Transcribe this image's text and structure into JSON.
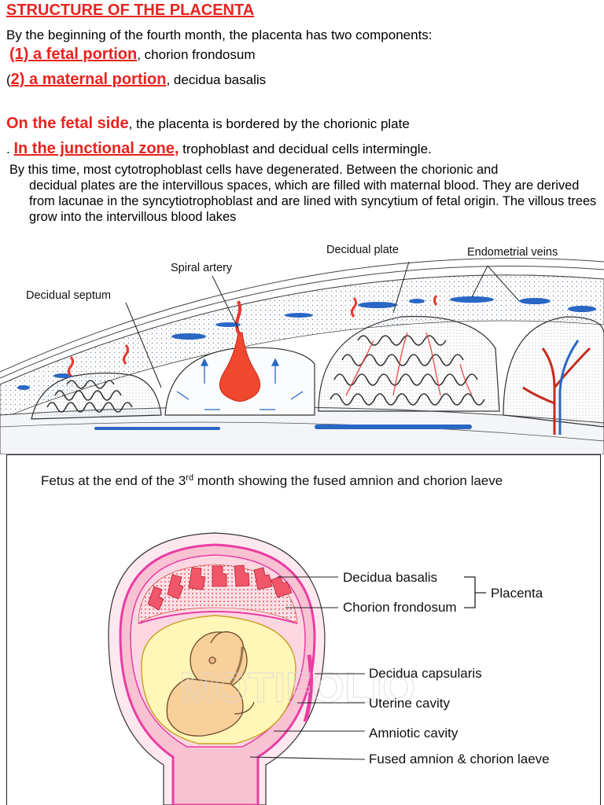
{
  "title": "STRUCTURE OF THE PLACENTA",
  "intro": "By the beginning of the fourth month, the placenta has two components:",
  "component1": {
    "label": "(1) a fetal portion",
    "rest": ", chorion frondosum"
  },
  "component2": {
    "prefix": "(",
    "label": "2) a maternal portion",
    "rest": ", decidua basalis"
  },
  "fetal_side": {
    "label": "On the fetal side",
    "rest": ", the placenta is bordered by the chorionic plate"
  },
  "junctional": {
    "prefix": ". ",
    "label": "In the junctional zone,",
    "rest": " trophoblast and decidual cells intermingle."
  },
  "paragraph": {
    "first": "By this time, most cytotrophoblast cells have degenerated. Between the chorionic and",
    "rest": "decidual plates are the intervillous spaces, which are filled with maternal blood. They are derived from lacunae in the syncytiotrophoblast and are lined with syncytium of fetal origin. The villous trees grow into the intervillous blood lakes"
  },
  "figure1": {
    "labels": {
      "decidual_plate": "Decidual plate",
      "endometrial_veins": "Endometrial veins",
      "spiral_artery": "Spiral artery",
      "decidual_septum": "Decidual septum"
    }
  },
  "figure2": {
    "caption_before": "Fetus at the end of the 3",
    "caption_sup": "rd",
    "caption_after": " month showing the fused amnion and chorion laeve",
    "labels": {
      "decidua_basalis": "Decidua basalis",
      "chorion_frondosum": "Chorion frondosum",
      "placenta": "Placenta",
      "decidua_capsularis": "Decidua capsularis",
      "uterine_cavity": "Uterine cavity",
      "amniotic_cavity": "Amniotic cavity",
      "fused_amnion": "Fused amnion & chorion laeve"
    },
    "watermark": "MOTIFOLIO"
  },
  "colors": {
    "accent_red": "#e8231f",
    "vessel_blue": "#2a66c4",
    "artery_red": "#e8372c",
    "decidua_pink": "#f7b7c7",
    "membrane_magenta": "#e93ea3",
    "amnion_yellow": "#fff6b8",
    "fetus_tan": "#f9cf9a"
  }
}
